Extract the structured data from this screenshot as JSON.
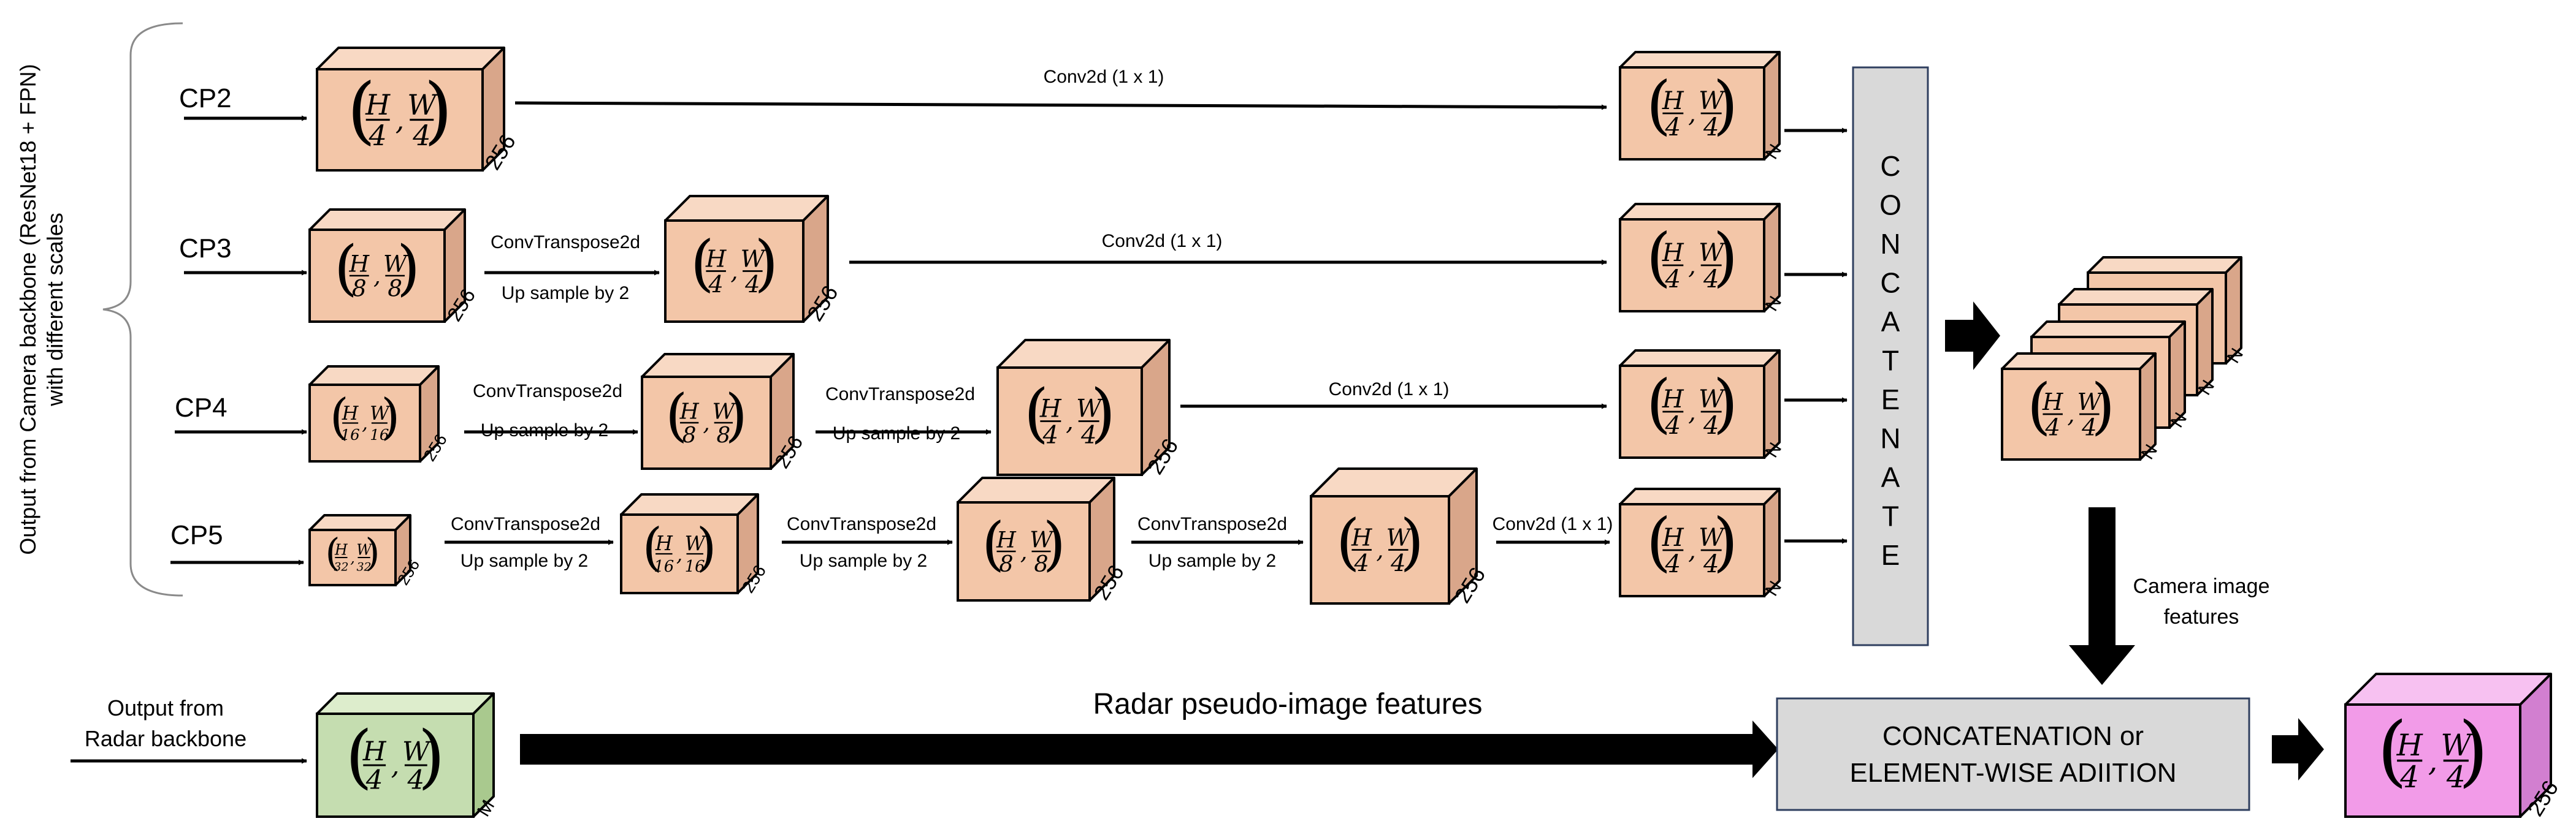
{
  "colors": {
    "block_face": "#F3C6A8",
    "block_top": "#F8D9C4",
    "block_side": "#D9A68A",
    "radar_face": "#C5DDB0",
    "radar_top": "#DDEDCC",
    "radar_side": "#A9C98E",
    "output_face": "#F29BE8",
    "output_top": "#F7C1F1",
    "output_side": "#D27FD0",
    "concat_fill": "#D9D9D9",
    "concat_border": "#2F3F5F"
  },
  "backbone_label": {
    "line1": "Output from Camera backbone (ResNet18 + FPN)",
    "line2": "with different scales"
  },
  "inputs": {
    "cp2": "CP2",
    "cp3": "CP3",
    "cp4": "CP4",
    "cp5": "CP5"
  },
  "fractions": {
    "h": "H",
    "w": "W",
    "d4": "4",
    "d8": "8",
    "d16": "16",
    "d32": "32"
  },
  "channels": {
    "c256": "256",
    "n": "N",
    "m": "M"
  },
  "ops": {
    "conv2d": "Conv2d (1 x 1)",
    "convtranspose": "ConvTranspose2d",
    "upsample": "Up sample by 2"
  },
  "concat_letters": [
    "C",
    "O",
    "N",
    "C",
    "A",
    "T",
    "E",
    "N",
    "A",
    "T",
    "E"
  ],
  "camera_features": {
    "line1": "Camera image",
    "line2": "features"
  },
  "radar": {
    "input_line1": "Output from",
    "input_line2": "Radar backbone",
    "features": "Radar pseudo-image features"
  },
  "fusion": {
    "line1": "CONCATENATION or",
    "line2": "ELEMENT-WISE ADIITION"
  }
}
